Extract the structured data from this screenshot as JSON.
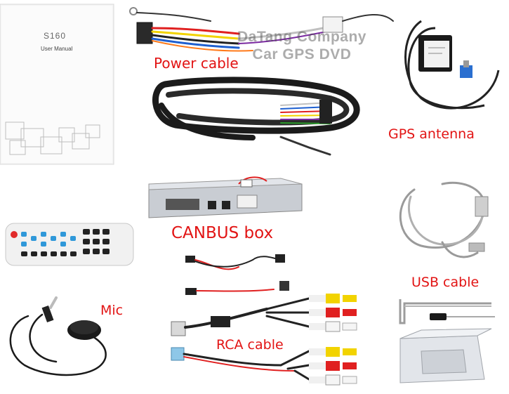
{
  "manual": {
    "model": "S160",
    "subtitle": "User Manual"
  },
  "watermark": {
    "line1": "DaTang Company",
    "line2": "Car GPS DVD"
  },
  "labels": {
    "power_cable": "Power cable",
    "gps_antenna": "GPS antenna",
    "canbus_box": "CANBUS box",
    "usb_cable": "USB cable",
    "mic": "Mic",
    "rca_cable": "RCA cable"
  },
  "colors": {
    "label_text": "#e21414",
    "background": "#ffffff"
  }
}
